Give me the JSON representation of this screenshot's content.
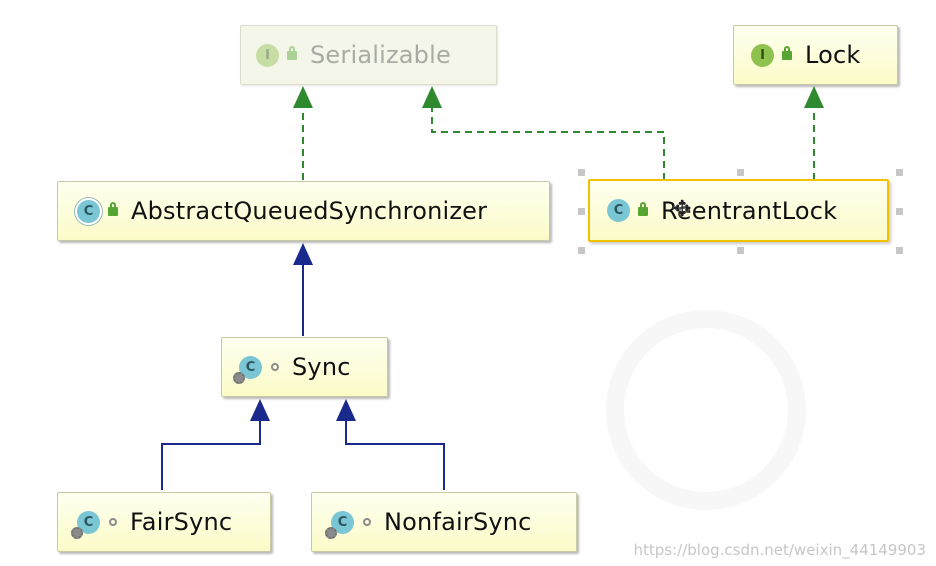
{
  "nodes": {
    "serializable": {
      "label": "Serializable",
      "badge": "I",
      "kind": "interface"
    },
    "lock": {
      "label": "Lock",
      "badge": "I",
      "kind": "interface"
    },
    "aqs": {
      "label": "AbstractQueuedSynchronizer",
      "badge": "C",
      "kind": "abstract-class"
    },
    "reentrant": {
      "label": "ReentrantLock",
      "badge": "C",
      "kind": "class"
    },
    "sync": {
      "label": "Sync",
      "badge": "C",
      "kind": "abstract-inner-class"
    },
    "fair": {
      "label": "FairSync",
      "badge": "C",
      "kind": "inner-class"
    },
    "nonfair": {
      "label": "NonfairSync",
      "badge": "C",
      "kind": "inner-class"
    }
  },
  "edges": [
    {
      "from": "AbstractQueuedSynchronizer",
      "to": "Serializable",
      "type": "implements"
    },
    {
      "from": "ReentrantLock",
      "to": "Serializable",
      "type": "implements"
    },
    {
      "from": "ReentrantLock",
      "to": "Lock",
      "type": "implements"
    },
    {
      "from": "Sync",
      "to": "AbstractQueuedSynchronizer",
      "type": "extends"
    },
    {
      "from": "FairSync",
      "to": "Sync",
      "type": "extends"
    },
    {
      "from": "NonfairSync",
      "to": "Sync",
      "type": "extends"
    }
  ],
  "colors": {
    "implements": "#2f8a2f",
    "extends": "#1a2a8c",
    "selection": "#f2c200"
  },
  "watermark": "https://blog.csdn.net/weixin_44149903"
}
